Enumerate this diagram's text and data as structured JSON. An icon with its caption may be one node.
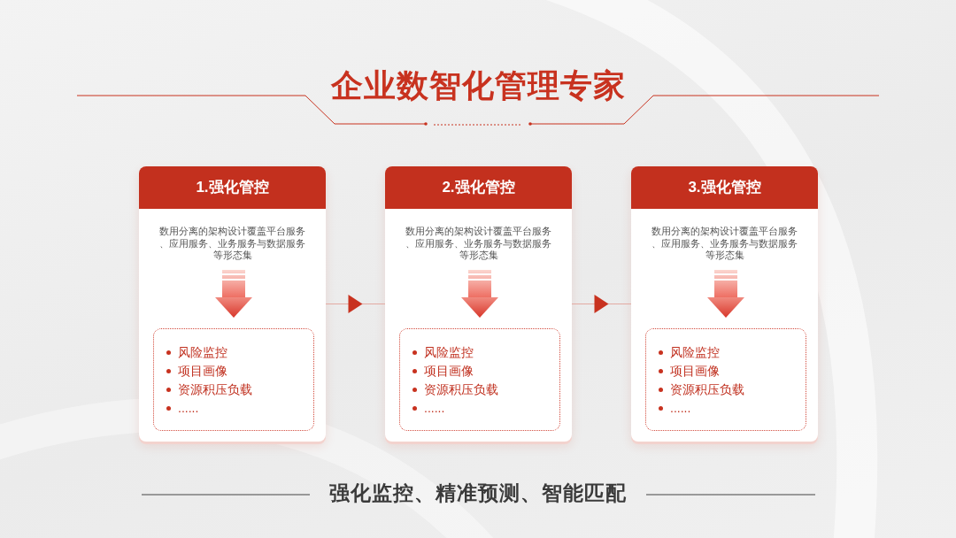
{
  "diagram": {
    "title": "企业数智化管理专家",
    "caption": "强化监控、精准预测、智能匹配",
    "nodes": [
      {
        "text": [
          "1.强化管控"
        ]
      },
      {
        "text": [
          "数用分离的架构设计覆盖平台服务、应用服务、业务服务与数据服务等形态集"
        ],
        "in": 0
      },
      {
        "text": [
          "风险监控",
          "项目画像",
          "资源积压负载",
          "......"
        ],
        "in": 0
      },
      {
        "text": [
          "2.强化管控"
        ]
      },
      {
        "text": [
          "数用分离的架构设计覆盖平台服务、应用服务、业务服务与数据服务等形态集"
        ],
        "in": 3
      },
      {
        "text": [
          "风险监控",
          "项目画像",
          "资源积压负载",
          "......"
        ],
        "in": 3
      },
      {
        "text": [
          "3.强化管控"
        ]
      },
      {
        "text": [
          "数用分离的架构设计覆盖平台服务、应用服务、业务服务与数据服务等形态集"
        ],
        "in": 6
      },
      {
        "text": [
          "风险监控",
          "项目画像",
          "资源积压负载",
          "......"
        ],
        "in": 6
      }
    ],
    "edges": [
      {
        "from": 1,
        "to": 2,
        "arrow": "to",
        "style": "thick"
      },
      {
        "from": 0,
        "to": 3,
        "arrow": "to"
      },
      {
        "from": 4,
        "to": 5,
        "arrow": "to",
        "style": "thick"
      },
      {
        "from": 3,
        "to": 6,
        "arrow": "to"
      },
      {
        "from": 7,
        "to": 8,
        "arrow": "to",
        "style": "thick"
      }
    ]
  }
}
